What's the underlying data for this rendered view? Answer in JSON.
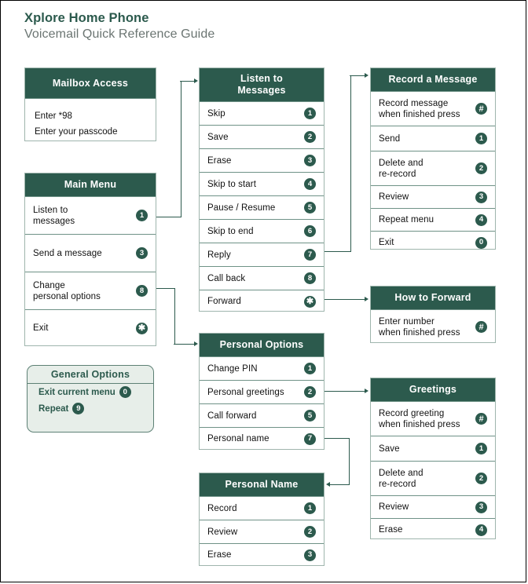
{
  "header": {
    "title": "Xplore Home Phone",
    "subtitle": "Voicemail Quick Reference Guide"
  },
  "colors": {
    "header_green": "#2c5a4d",
    "box_border": "#9fb5ad",
    "row_divider": "#6f9287",
    "general_options_bg": "#e7eee9",
    "subtitle_grey": "#6b7572",
    "page_border": "#000000"
  },
  "panels": {
    "mailbox_access": {
      "title": "Mailbox Access",
      "lines": "Enter *98\nEnter your passcode"
    },
    "main_menu": {
      "title": "Main Menu",
      "rows": [
        {
          "label": "Listen to\nmessages",
          "key": "1"
        },
        {
          "label": "Send a message",
          "key": "3"
        },
        {
          "label": "Change\npersonal options",
          "key": "8"
        },
        {
          "label": "Exit",
          "key": "✱"
        }
      ]
    },
    "general_options": {
      "title": "General Options",
      "rows": [
        {
          "label": "Exit current menu",
          "key": "0"
        },
        {
          "label": "Repeat",
          "key": "9"
        }
      ]
    },
    "listen_to_messages": {
      "title": "Listen to\nMessages",
      "rows": [
        {
          "label": "Skip",
          "key": "1"
        },
        {
          "label": "Save",
          "key": "2"
        },
        {
          "label": "Erase",
          "key": "3"
        },
        {
          "label": "Skip to start",
          "key": "4"
        },
        {
          "label": "Pause / Resume",
          "key": "5"
        },
        {
          "label": "Skip to end",
          "key": "6"
        },
        {
          "label": "Reply",
          "key": "7"
        },
        {
          "label": "Call back",
          "key": "8"
        },
        {
          "label": "Forward",
          "key": "✱"
        }
      ]
    },
    "personal_options": {
      "title": "Personal Options",
      "rows": [
        {
          "label": "Change PIN",
          "key": "1"
        },
        {
          "label": "Personal greetings",
          "key": "2"
        },
        {
          "label": "Call forward",
          "key": "5"
        },
        {
          "label": "Personal name",
          "key": "7"
        }
      ]
    },
    "personal_name": {
      "title": "Personal Name",
      "rows": [
        {
          "label": "Record",
          "key": "1"
        },
        {
          "label": "Review",
          "key": "2"
        },
        {
          "label": "Erase",
          "key": "3"
        }
      ]
    },
    "record_a_message": {
      "title": "Record a Message",
      "rows": [
        {
          "label": "Record message\nwhen finished press",
          "key": "#"
        },
        {
          "label": "Send",
          "key": "1"
        },
        {
          "label": "Delete and\nre-record",
          "key": "2"
        },
        {
          "label": "Review",
          "key": "3"
        },
        {
          "label": "Repeat menu",
          "key": "4"
        },
        {
          "label": "Exit",
          "key": "0"
        }
      ]
    },
    "how_to_forward": {
      "title": "How to Forward",
      "rows": [
        {
          "label": "Enter number\nwhen finished press",
          "key": "#"
        }
      ]
    },
    "greetings": {
      "title": "Greetings",
      "rows": [
        {
          "label": "Record greeting\nwhen finished press",
          "key": "#"
        },
        {
          "label": "Save",
          "key": "1"
        },
        {
          "label": "Delete and\nre-record",
          "key": "2"
        },
        {
          "label": "Review",
          "key": "3"
        },
        {
          "label": "Erase",
          "key": "4"
        }
      ]
    }
  }
}
